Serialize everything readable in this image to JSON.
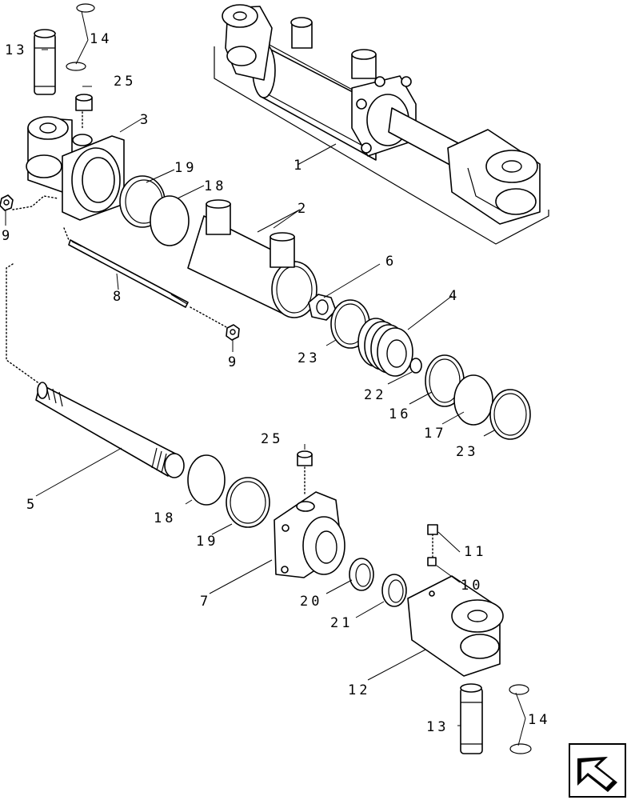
{
  "diagram": {
    "callouts": [
      {
        "id": "c1",
        "text": "1"
      },
      {
        "id": "c2",
        "text": "2"
      },
      {
        "id": "c3",
        "text": "3"
      },
      {
        "id": "c4",
        "text": "4"
      },
      {
        "id": "c5",
        "text": "5"
      },
      {
        "id": "c6",
        "text": "6"
      },
      {
        "id": "c7",
        "text": "7"
      },
      {
        "id": "c8",
        "text": "8"
      },
      {
        "id": "c9a",
        "text": "9"
      },
      {
        "id": "c9b",
        "text": "9"
      },
      {
        "id": "c10",
        "text": "10"
      },
      {
        "id": "c11",
        "text": "11"
      },
      {
        "id": "c12",
        "text": "12"
      },
      {
        "id": "c13a",
        "text": "13"
      },
      {
        "id": "c13b",
        "text": "13"
      },
      {
        "id": "c14a",
        "text": "14"
      },
      {
        "id": "c14b",
        "text": "14"
      },
      {
        "id": "c16",
        "text": "16"
      },
      {
        "id": "c17",
        "text": "17"
      },
      {
        "id": "c18a",
        "text": "18"
      },
      {
        "id": "c18b",
        "text": "18"
      },
      {
        "id": "c19a",
        "text": "19"
      },
      {
        "id": "c19b",
        "text": "19"
      },
      {
        "id": "c20",
        "text": "20"
      },
      {
        "id": "c21",
        "text": "21"
      },
      {
        "id": "c22",
        "text": "22"
      },
      {
        "id": "c23a",
        "text": "23"
      },
      {
        "id": "c23b",
        "text": "23"
      },
      {
        "id": "c25a",
        "text": "25"
      },
      {
        "id": "c25b",
        "text": "25"
      }
    ],
    "nav_icon": "previous-page-arrow-icon"
  }
}
